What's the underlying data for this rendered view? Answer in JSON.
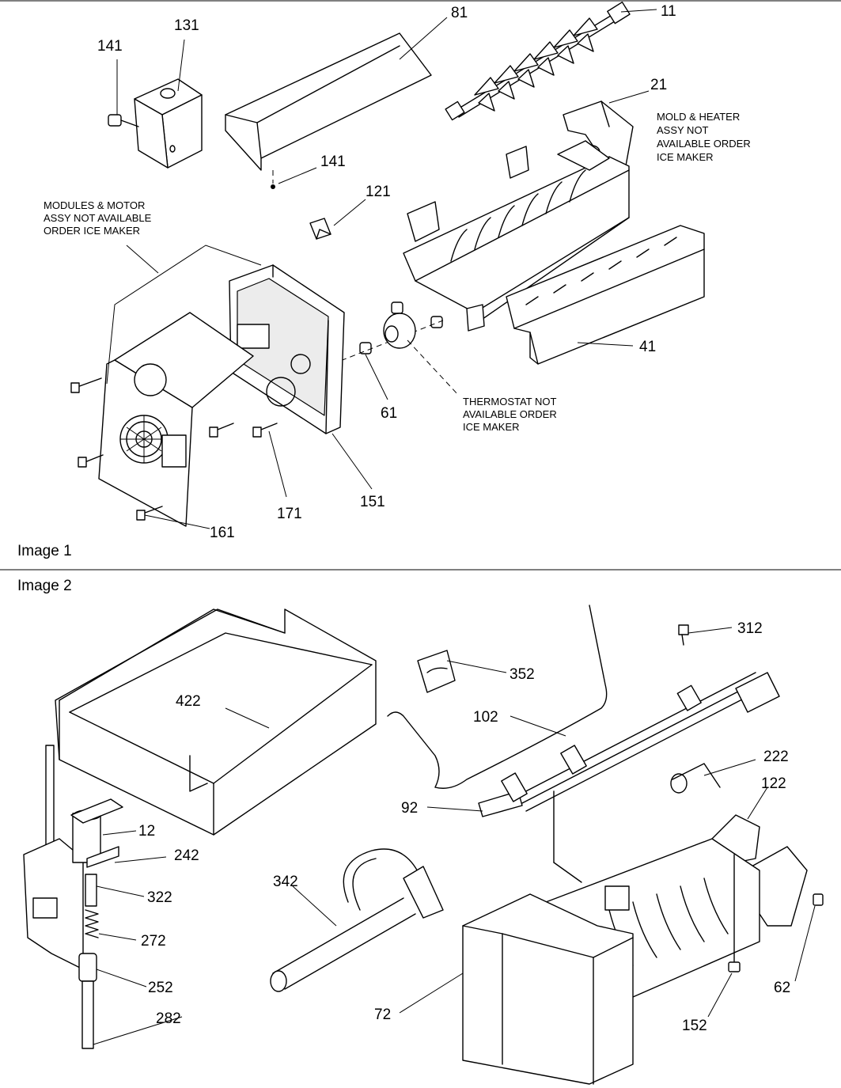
{
  "image1": {
    "caption": "Image 1",
    "callouts": [
      "81",
      "11",
      "131",
      "141",
      "141",
      "21",
      "121",
      "41",
      "61",
      "151",
      "171",
      "161"
    ],
    "notes": {
      "modules": [
        "MODULES & MOTOR",
        "ASSY NOT AVAILABLE",
        "ORDER ICE MAKER"
      ],
      "mold": [
        "MOLD & HEATER",
        "ASSY NOT",
        "AVAILABLE ORDER",
        "ICE MAKER"
      ],
      "thermostat": [
        "THERMOSTAT NOT",
        "AVAILABLE ORDER",
        "ICE MAKER"
      ]
    }
  },
  "image2": {
    "caption": "Image 2",
    "callouts": [
      "312",
      "352",
      "102",
      "422",
      "222",
      "122",
      "92",
      "12",
      "242",
      "322",
      "342",
      "272",
      "252",
      "282",
      "72",
      "152",
      "62"
    ]
  }
}
